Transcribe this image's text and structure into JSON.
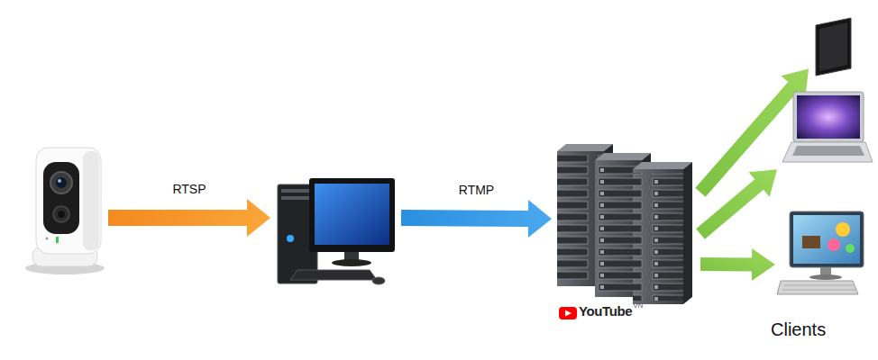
{
  "diagram": {
    "nodes": [
      {
        "text": []
      },
      {
        "text": []
      },
      {
        "text": [
          "YouTube",
          "VN"
        ]
      },
      {
        "text": []
      },
      {
        "text": []
      },
      {
        "text": []
      }
    ],
    "edges": [
      {
        "from": 0,
        "to": 1,
        "arrow": "to",
        "label": "RTSP"
      },
      {
        "from": 1,
        "to": 2,
        "arrow": "to",
        "label": "RTMP"
      },
      {
        "from": 2,
        "to": 3,
        "arrow": "to"
      },
      {
        "from": 2,
        "to": 4,
        "arrow": "to"
      },
      {
        "from": 2,
        "to": 5,
        "arrow": "to"
      }
    ],
    "labels": [
      "Clients"
    ]
  }
}
